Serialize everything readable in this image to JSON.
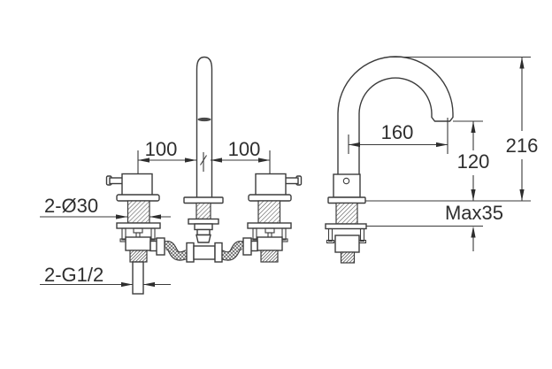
{
  "drawing": {
    "labels": {
      "spacing_left": "100",
      "spacing_right": "100",
      "spout_reach": "160",
      "outlet_height": "120",
      "total_height": "216",
      "max_deck_thickness": "Max35",
      "mounting_hole_diameter": "2-Ø30",
      "inlet_thread": "2-G1/2"
    },
    "colors": {
      "line": "#3c3c3c",
      "background": "#ffffff"
    }
  }
}
